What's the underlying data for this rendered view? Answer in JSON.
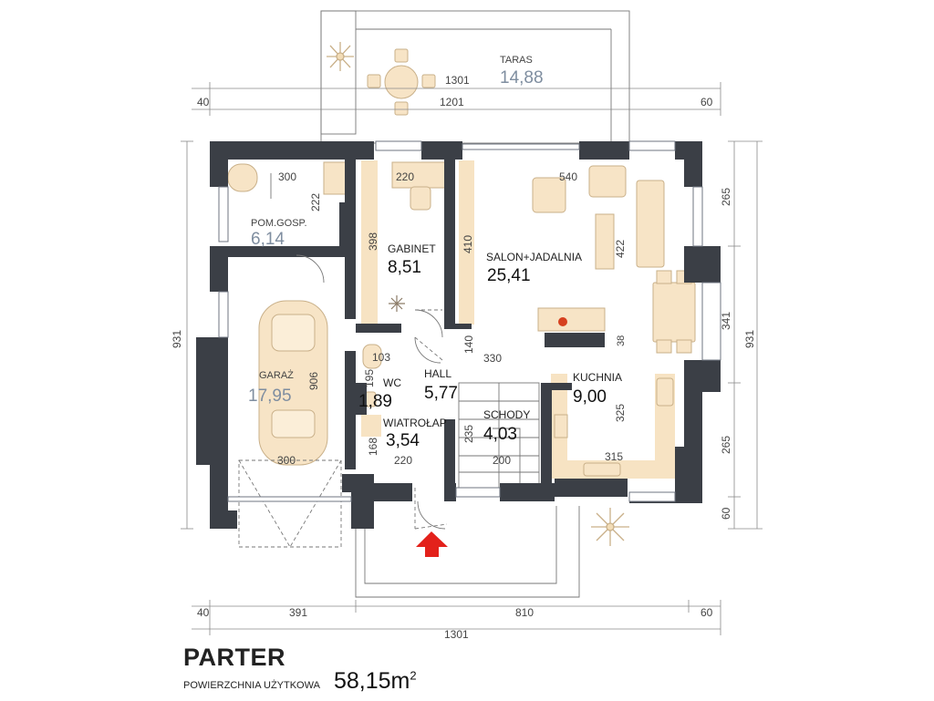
{
  "title": "PARTER",
  "subtitle": "POWIERZCHNIA UŻYTKOWA",
  "total_area": "58,15m",
  "total_area_unit_sup": "2",
  "rooms": {
    "taras": {
      "name": "TARAS",
      "area": "14,88"
    },
    "pom_gosp": {
      "name": "POM.GOSP.",
      "area": "6,14"
    },
    "garaz": {
      "name": "GARAŻ",
      "area": "17,95"
    },
    "gabinet": {
      "name": "GABINET",
      "area": "8,51"
    },
    "salon": {
      "name": "SALON+JADALNIA",
      "area": "25,41"
    },
    "wc": {
      "name": "WC",
      "area": "1,89"
    },
    "hall": {
      "name": "HALL",
      "area": "5,77"
    },
    "wiatrolap": {
      "name": "WIATROŁAP",
      "area": "3,54"
    },
    "schody": {
      "name": "SCHODY",
      "area": "4,03"
    },
    "kuchnia": {
      "name": "KUCHNIA",
      "area": "9,00"
    }
  },
  "dims": {
    "top_left": "40",
    "top_1301": "1301",
    "top_1201": "1201",
    "top_right": "60",
    "d300_pom": "300",
    "d222": "222",
    "d220_gab": "220",
    "d398": "398",
    "d410": "410",
    "d540": "540",
    "d422": "422",
    "d103": "103",
    "d140": "140",
    "d330": "330",
    "d195": "195",
    "d38": "38",
    "d906": "906",
    "d235": "235",
    "d325": "325",
    "d168": "168",
    "d300_gar": "300",
    "d220_wia": "220",
    "d200": "200",
    "d315": "315",
    "left_931": "931",
    "right_265a": "265",
    "right_341": "341",
    "right_265b": "265",
    "right_60": "60",
    "right_931": "931",
    "bot_40": "40",
    "bot_391": "391",
    "bot_810": "810",
    "bot_60": "60",
    "bot_1301": "1301"
  }
}
